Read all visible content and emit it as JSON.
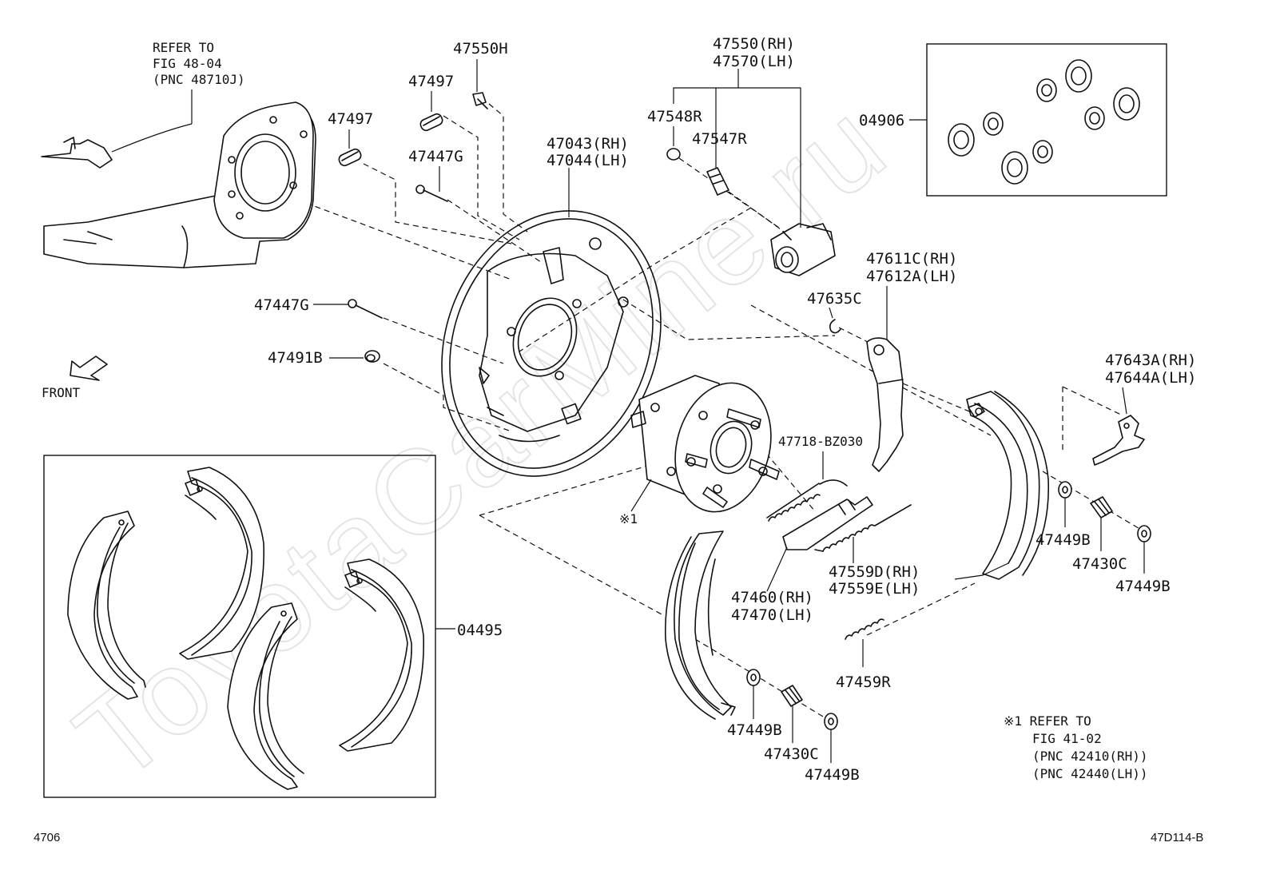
{
  "watermark": "ToyotaCarMine.ru",
  "refer_fig48": [
    "REFER TO",
    "FIG 48-04",
    "(PNC 48710J)"
  ],
  "front_label": "FRONT",
  "refer_fig41": [
    "※1 REFER TO",
    "FIG 41-02",
    "(PNC 42410(RH))",
    "(PNC 42440(LH))"
  ],
  "footer_left": "4706",
  "footer_right": "47D114-B",
  "labels": {
    "p47550H": "47550H",
    "p47497a": "47497",
    "p47497b": "47497",
    "p47447Ga": "47447G",
    "p47447Gb": "47447G",
    "p47491B": "47491B",
    "p47043": "47043(RH)",
    "p47044": "47044(LH)",
    "p47550": "47550(RH)",
    "p47570": "47570(LH)",
    "p47548R": "47548R",
    "p47547R": "47547R",
    "p04906": "04906",
    "p47611C": "47611C(RH)",
    "p47612A": "47612A(LH)",
    "p47635C": "47635C",
    "p47643A": "47643A(RH)",
    "p47644A": "47644A(LH)",
    "p47718": "47718-BZ030",
    "pmark1": "※1",
    "p47449B_r1": "47449B",
    "p47430C_r": "47430C",
    "p47449B_r2": "47449B",
    "p47460": "47460(RH)",
    "p47470": "47470(LH)",
    "p47559D": "47559D(RH)",
    "p47559E": "47559E(LH)",
    "p47459R": "47459R",
    "p04495": "04495",
    "p47449B_b1": "47449B",
    "p47430C_b": "47430C",
    "p47449B_b2": "47449B"
  }
}
